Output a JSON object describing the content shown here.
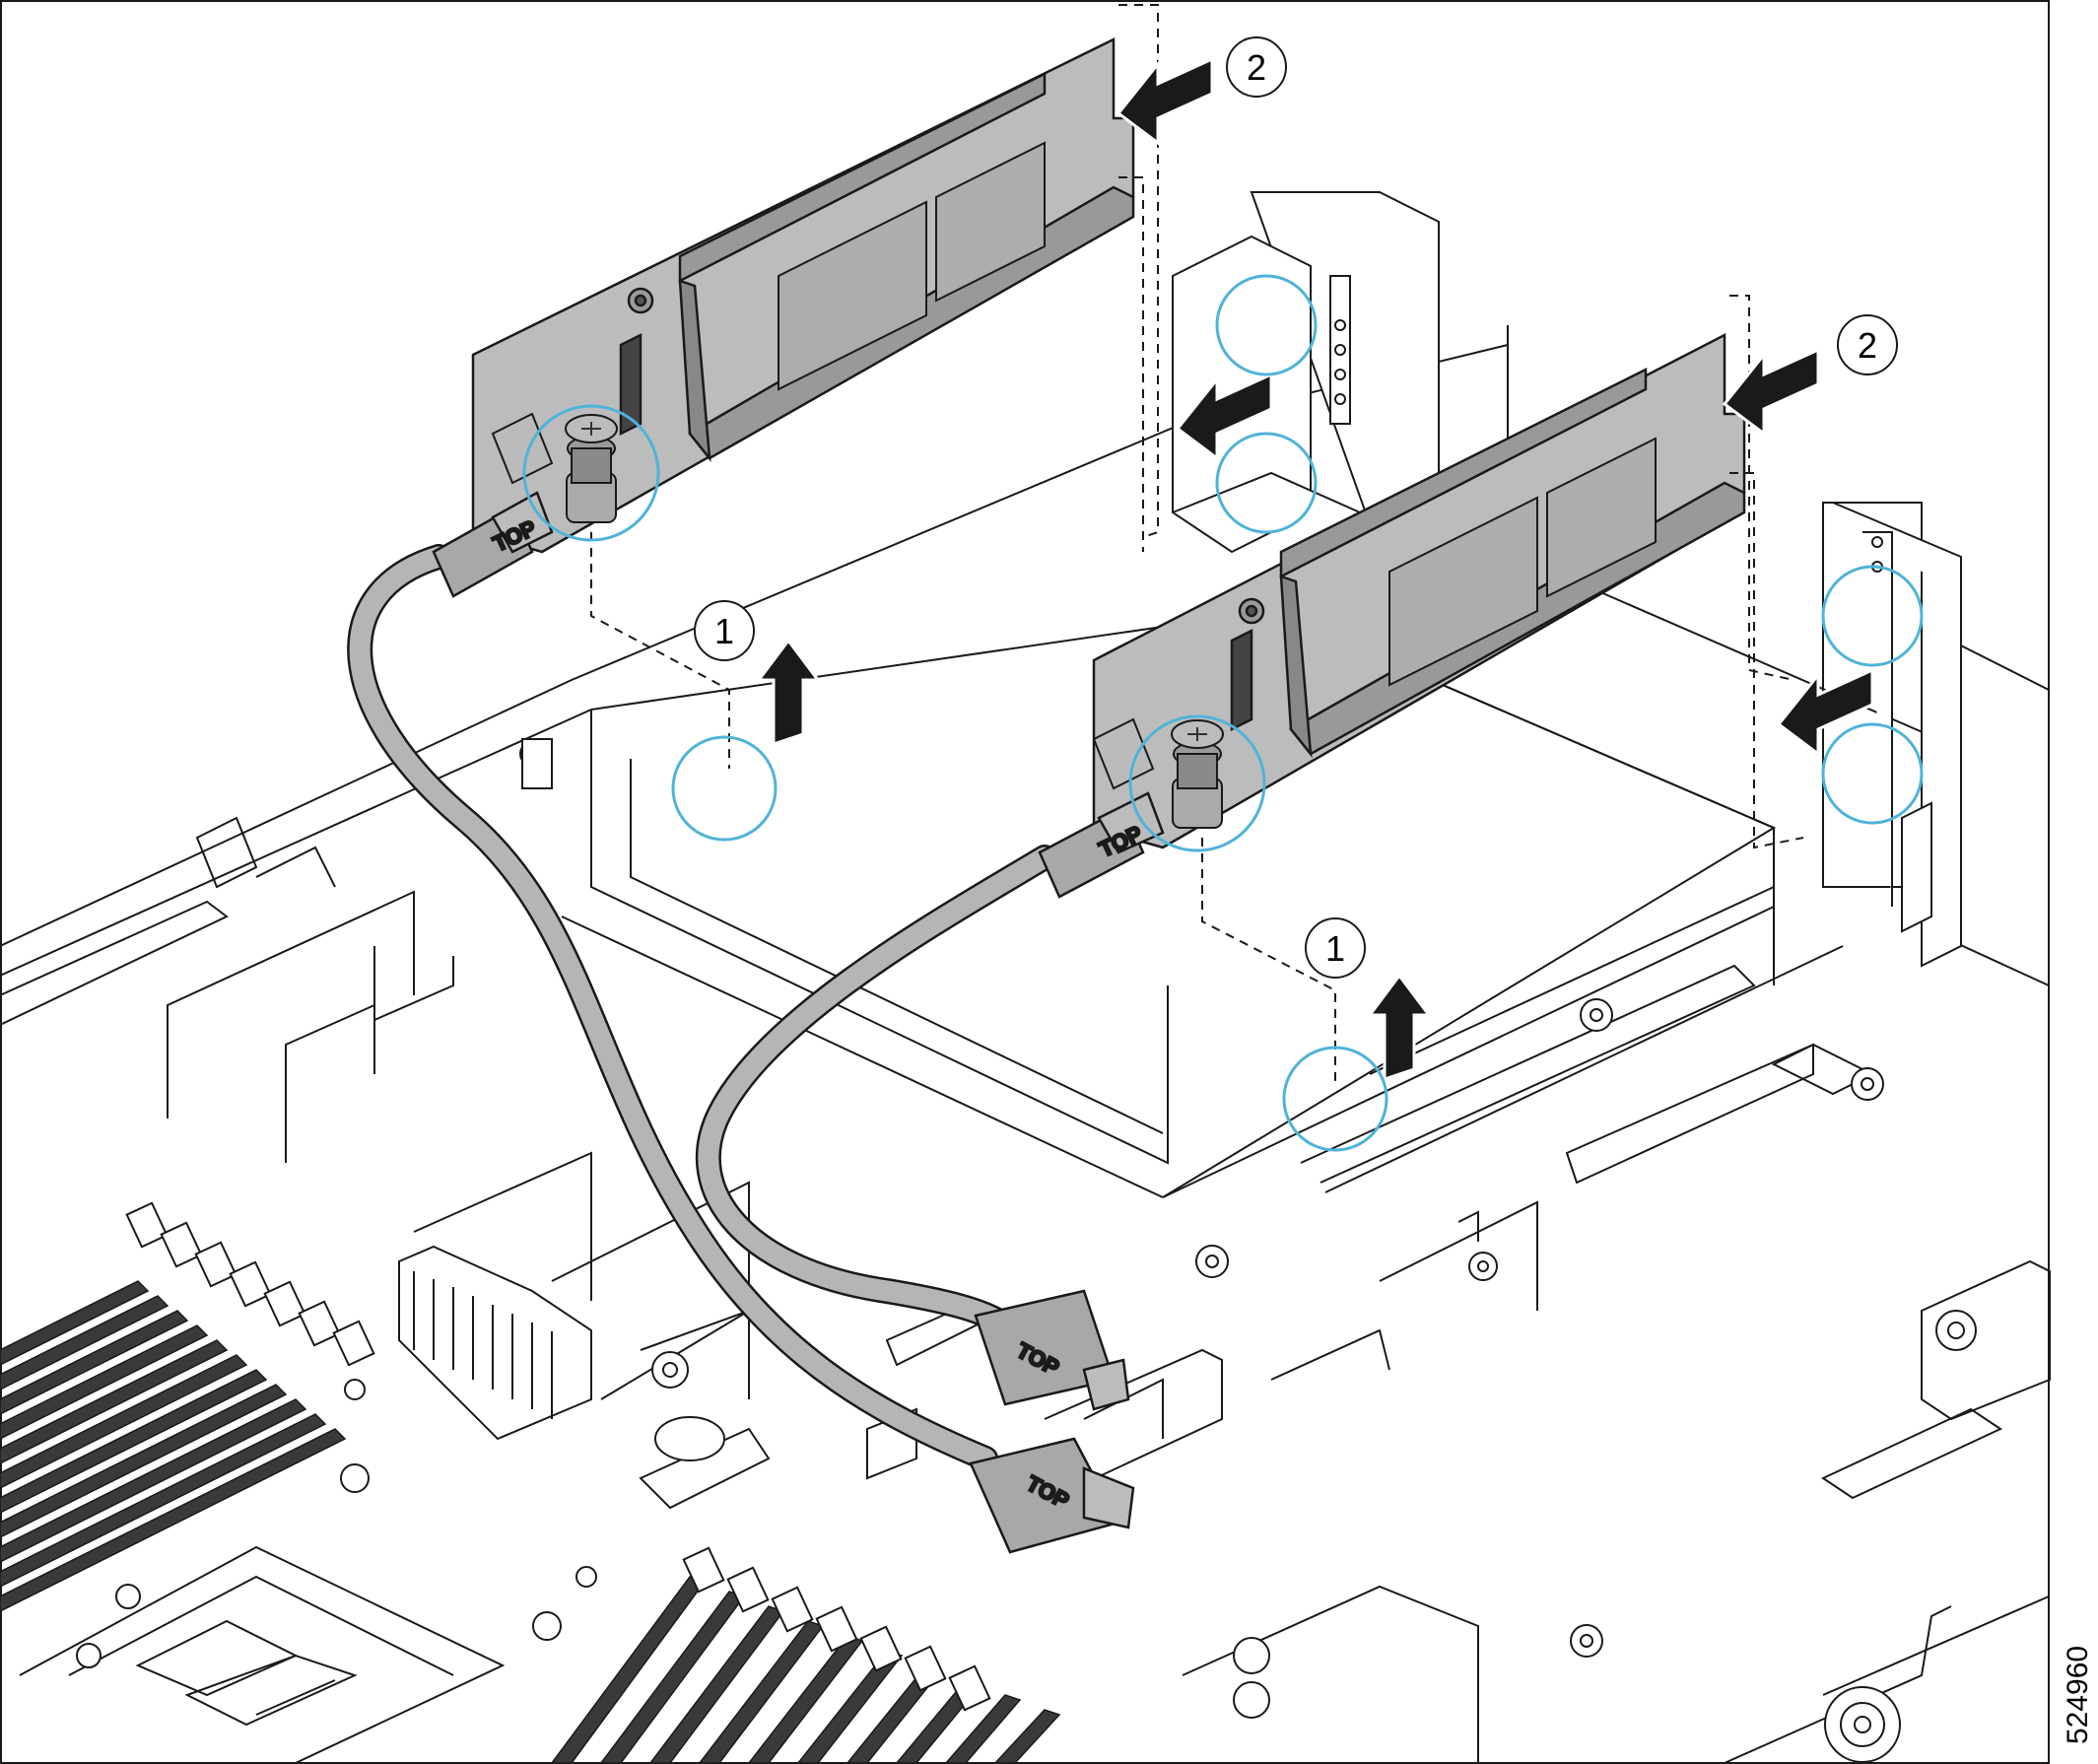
{
  "callouts": {
    "top_left_step": "2",
    "top_right_step": "2",
    "mid_left_step": "1",
    "mid_right_step": "1"
  },
  "labels": {
    "top_marking": "TOP"
  },
  "figure_id": "524960",
  "colors": {
    "riser_fill": "#bcbcbc",
    "riser_dark": "#8e8e8e",
    "cable": "#b5b5b5",
    "highlight_circle": "#4fb3d9",
    "line": "#1a1a1a"
  }
}
